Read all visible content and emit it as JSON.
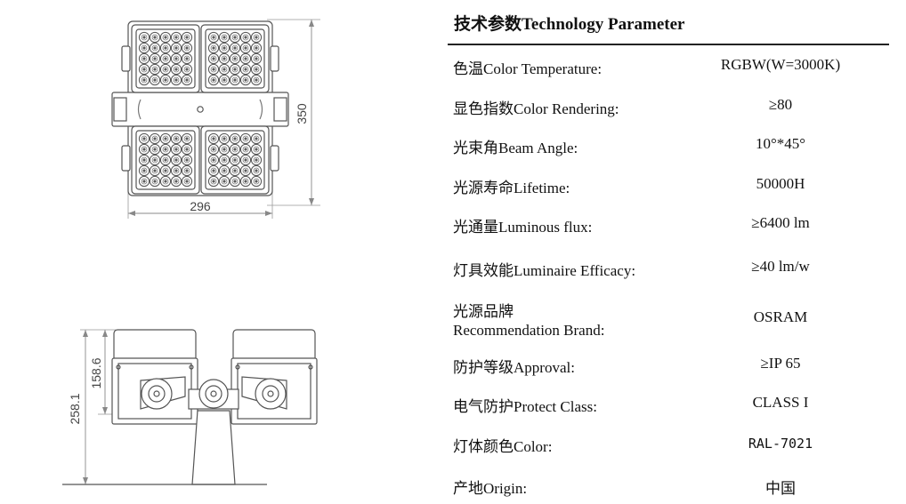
{
  "drawing": {
    "dim_height_top": "350",
    "dim_width_top": "296",
    "dim_total_height": "258.1",
    "dim_lamp_height": "158.6"
  },
  "spec": {
    "title": "技术参数Technology Parameter",
    "rows": [
      {
        "label": "色温Color Temperature:",
        "value": "RGBW(W=3000K)"
      },
      {
        "label": "显色指数Color Rendering:",
        "value": "≥80"
      },
      {
        "label": "光束角Beam Angle:",
        "value": "10°*45°"
      },
      {
        "label": "光源寿命Lifetime:",
        "value": "50000H"
      },
      {
        "label": "光通量Luminous flux:",
        "value": "≥6400 lm"
      },
      {
        "label": "灯具效能Luminaire Efficacy:",
        "value": "≥40 lm/w"
      },
      {
        "label_line1": "光源品牌",
        "label_line2": "Recommendation Brand:",
        "value": "OSRAM"
      },
      {
        "label": "防护等级Approval:",
        "value": "≥IP 65"
      },
      {
        "label": "电气防护Protect Class:",
        "value": "CLASS I"
      },
      {
        "label": "灯体颜色Color:",
        "value": "RAL-7021"
      },
      {
        "label": "产地Origin:",
        "value": "中国"
      }
    ]
  }
}
